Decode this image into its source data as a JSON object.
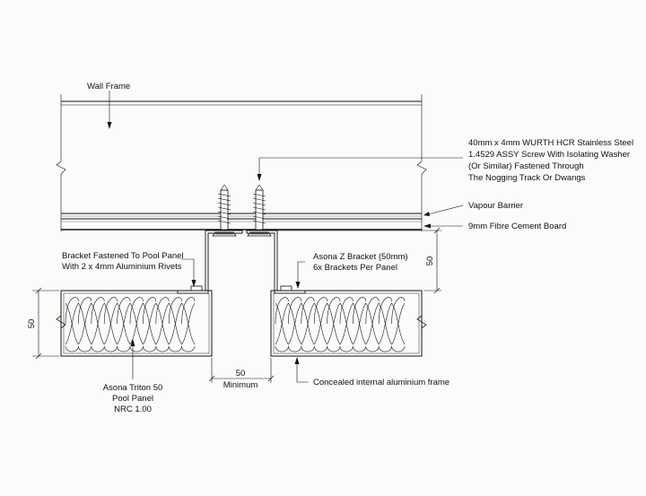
{
  "labels": {
    "wall_frame": "Wall Frame",
    "screw_line1": "40mm x 4mm WURTH HCR Stainless Steel",
    "screw_line2": "1.4529 ASSY Screw With Isolating Washer",
    "screw_line3": "(Or Similar) Fastened Through",
    "screw_line4": "The Nogging Track Or Dwangs",
    "vapour_barrier": "Vapour Barrier",
    "fibre_cement": "9mm Fibre Cement Board",
    "bracket_fastened_line1": "Bracket Fastened To Pool Panel",
    "bracket_fastened_line2": "With 2 x 4mm Aluminium Rivets",
    "z_bracket_line1": "Asona Z Bracket (50mm)",
    "z_bracket_line2": "6x Brackets Per Panel",
    "panel_line1": "Asona Triton 50",
    "panel_line2": "Pool Panel",
    "panel_line3": "NRC 1.00",
    "frame_label": "Concealed internal aluminium frame"
  },
  "dimensions": {
    "panel_thickness": "50",
    "bracket_depth": "50",
    "gap_value": "50",
    "gap_note": "Minimum"
  }
}
